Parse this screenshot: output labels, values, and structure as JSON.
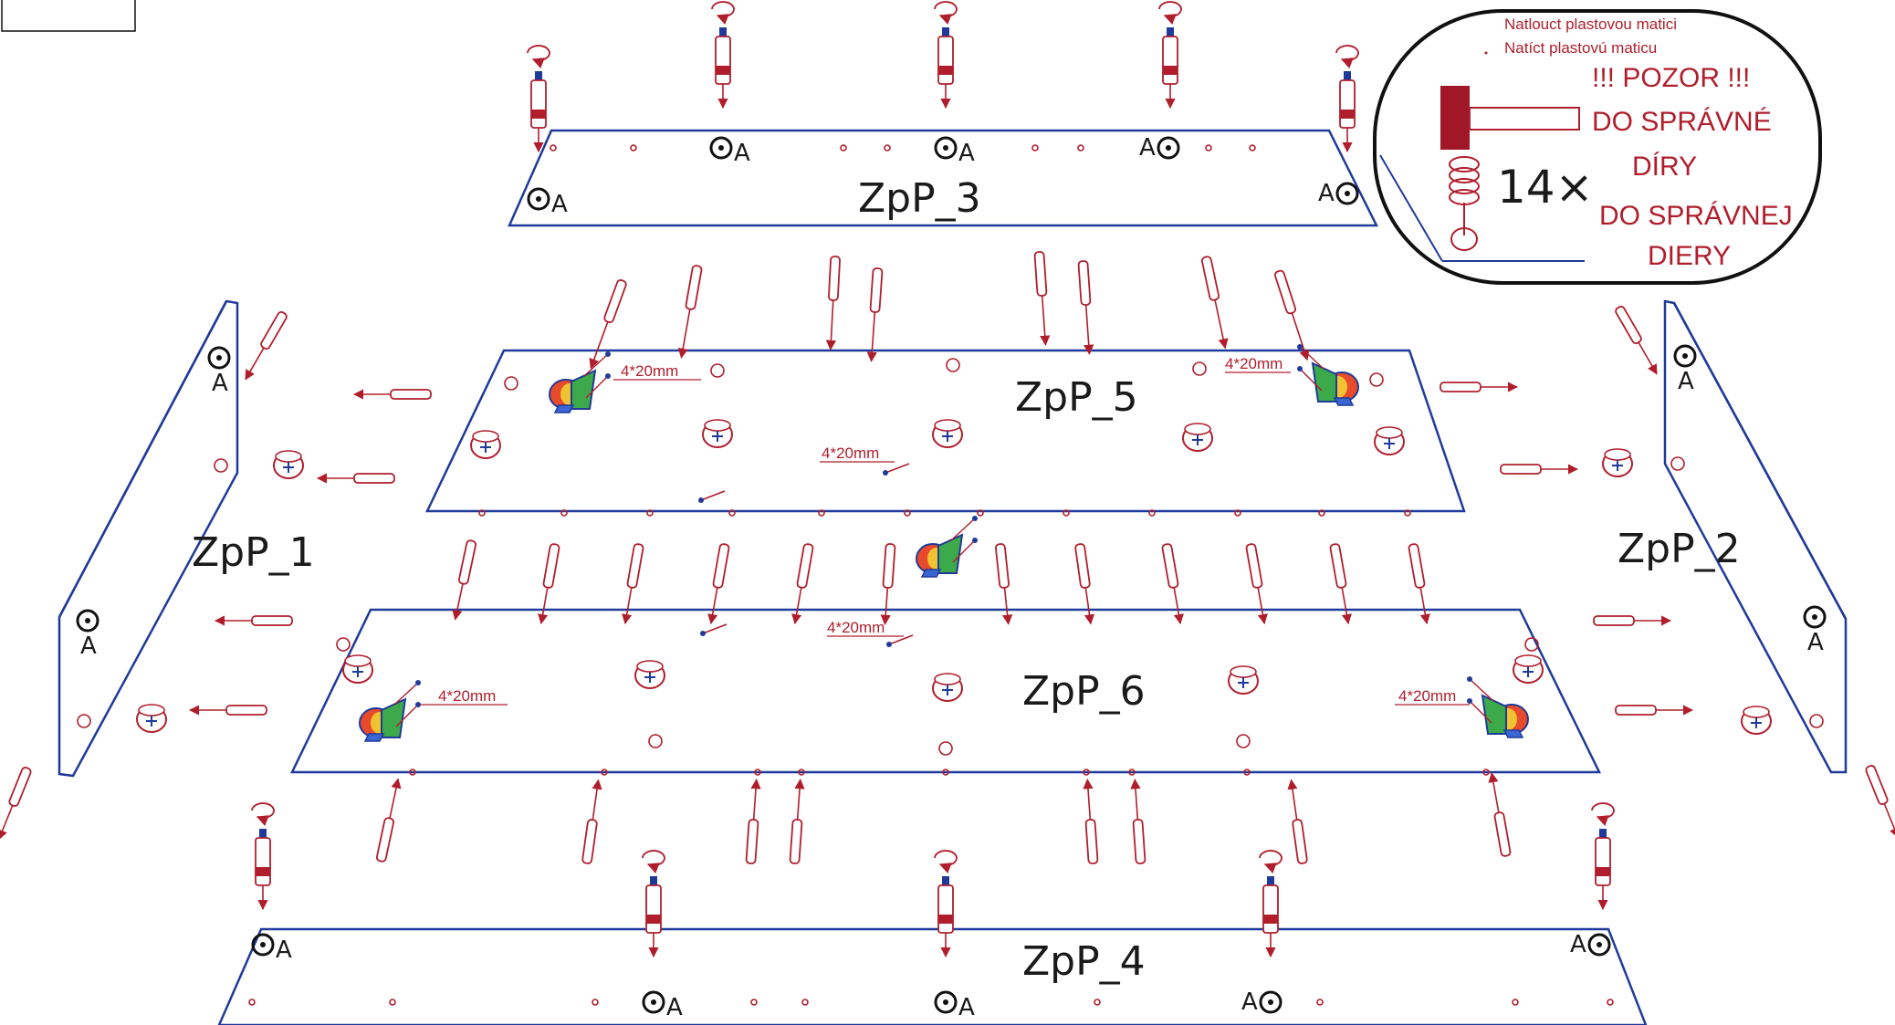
{
  "colors": {
    "panel_edge": "#1f3a9a",
    "hardware": "#b01e2c",
    "hole": "#b01e2c",
    "text": "#1a1a1a",
    "callout_border": "#111111"
  },
  "panels": {
    "zpp3": "ZpP_3",
    "zpp5": "ZpP_5",
    "zpp6": "ZpP_6",
    "zpp4": "ZpP_4",
    "zpp1": "ZpP_1",
    "zpp2": "ZpP_2"
  },
  "hole_marker_label": "A",
  "dimension_label": "4*20mm",
  "callout": {
    "line1": "Natlouct plastovou matici",
    "line2": "Natíct plastovú maticu",
    "warn_title": "!!! POZOR !!!",
    "cz_line1": "DO SPRÁVNÉ",
    "cz_line2": "DÍRY",
    "sk_line1": "DO SPRÁVNEJ",
    "sk_line2": "DIERY",
    "count": "14×",
    "icons": [
      "hammer-icon",
      "plastic-nut-icon"
    ]
  },
  "corner_box": ""
}
